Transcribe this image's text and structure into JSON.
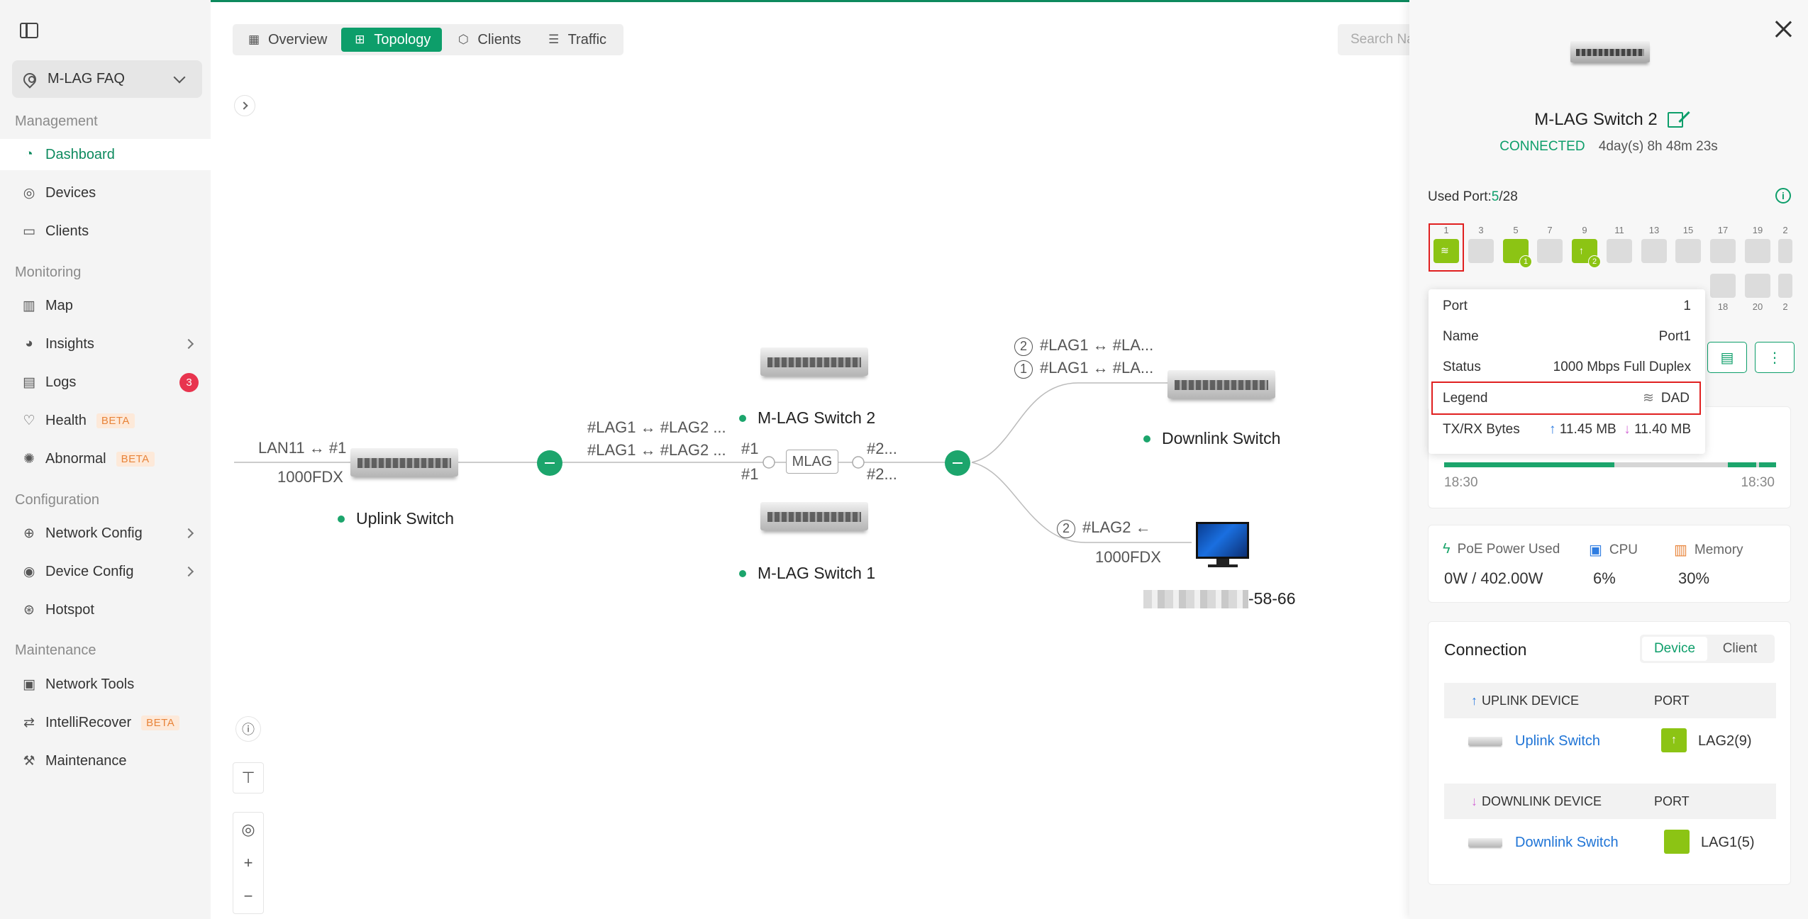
{
  "sidebar": {
    "site": "M-LAG FAQ",
    "sections": {
      "management": "Management",
      "monitoring": "Monitoring",
      "configuration": "Configuration",
      "maintenance": "Maintenance"
    },
    "items": {
      "dashboard": "Dashboard",
      "devices": "Devices",
      "clients": "Clients",
      "map": "Map",
      "insights": "Insights",
      "logs": "Logs",
      "logs_badge": "3",
      "health": "Health",
      "abnormal": "Abnormal",
      "network_config": "Network Config",
      "device_config": "Device Config",
      "hotspot": "Hotspot",
      "network_tools": "Network Tools",
      "intellirecover": "IntelliRecover",
      "maintenance": "Maintenance"
    },
    "beta": "BETA"
  },
  "tabs": {
    "overview": "Overview",
    "topology": "Topology",
    "clients": "Clients",
    "traffic": "Traffic"
  },
  "search": {
    "placeholder": "Search Na"
  },
  "topology": {
    "uplink_link_top": "LAN11 ↔ #1",
    "uplink_link_bottom": "1000FDX",
    "uplink_name": "Uplink Switch",
    "lag_line1": "#LAG1 ↔ #LAG2 ...",
    "lag_line2": "#LAG1 ↔ #LAG2 ...",
    "mlag_left1": "#1",
    "mlag_left2": "#1",
    "mlag_label": "MLAG",
    "mlag_right1": "#2...",
    "mlag_right2": "#2...",
    "switch2_name": "M-LAG Switch 2",
    "switch1_name": "M-LAG Switch 1",
    "down_line1_num": "2",
    "down_line1": "#LAG1 ↔ #LA...",
    "down_line2_num": "1",
    "down_line2": "#LAG1 ↔ #LA...",
    "downlink_name": "Downlink Switch",
    "client_num": "2",
    "client_link": "#LAG2 ←",
    "client_speed": "1000FDX",
    "client_name_suffix": "-58-66"
  },
  "panel": {
    "device_name": "M-LAG Switch 2",
    "status": "CONNECTED",
    "uptime": "4day(s) 8h 48m 23s",
    "used_port_label": "Used Port:",
    "used_port_count": "5",
    "used_port_total": "/28",
    "port_top_numbers": [
      "1",
      "3",
      "5",
      "7",
      "9",
      "11",
      "13",
      "15",
      "17",
      "19",
      "2"
    ],
    "port_bottom_numbers": [
      "18",
      "20",
      "2"
    ],
    "port_badges": {
      "port5": "1",
      "port9": "2"
    },
    "tooltip": {
      "port_label": "Port",
      "port_value": "1",
      "name_label": "Name",
      "name_value": "Port1",
      "status_label": "Status",
      "status_value": "1000 Mbps Full Duplex",
      "legend_label": "Legend",
      "legend_value": "DAD",
      "txrx_label": "TX/RX Bytes",
      "tx_value": "11.45 MB",
      "rx_value": "11.40 MB"
    },
    "traffic": {
      "time_start": "18:30",
      "time_end": "18:30"
    },
    "stats": {
      "poe_label": "PoE Power Used",
      "poe_value": "0W / 402.00W",
      "cpu_label": "CPU",
      "cpu_value": "6%",
      "memory_label": "Memory",
      "memory_value": "30%"
    },
    "connection": {
      "title": "Connection",
      "seg_device": "Device",
      "seg_client": "Client",
      "uplink_header": "UPLINK DEVICE",
      "downlink_header": "DOWNLINK DEVICE",
      "port_header": "PORT",
      "uplink_device": "Uplink Switch",
      "uplink_port": "LAG2(9)",
      "downlink_device": "Downlink Switch",
      "downlink_port": "LAG1(5)"
    }
  },
  "colors": {
    "accent": "#0d9e6a",
    "port_used": "#8cc414",
    "highlight": "#e02020",
    "link": "#1f74d6"
  }
}
